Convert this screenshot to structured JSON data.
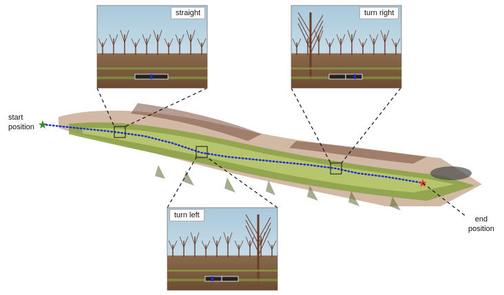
{
  "labels": {
    "start": [
      "start",
      "position"
    ],
    "end": [
      "end",
      "position"
    ]
  },
  "insets": [
    {
      "id": "straight",
      "label": "straight",
      "steering": "straight"
    },
    {
      "id": "turn-right",
      "label": "turn right",
      "steering": "right"
    },
    {
      "id": "turn-left",
      "label": "turn left",
      "steering": "left"
    }
  ],
  "colors": {
    "path": "#1f2fd6",
    "start_marker": "#2e8b2e",
    "end_marker": "#e23b2e",
    "sky": "#bcd6e3",
    "ground": "#7a5a3e",
    "foliage": "#8aa13f",
    "trunk": "#6b3b2a"
  }
}
